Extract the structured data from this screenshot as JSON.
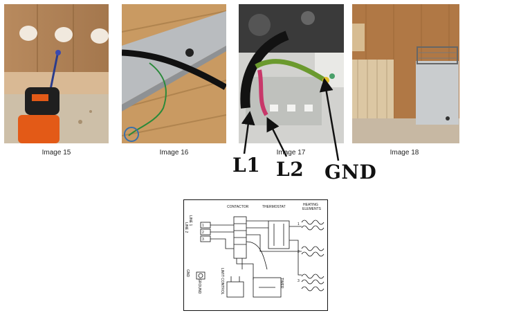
{
  "images": [
    {
      "caption": "Image 15",
      "subject": "drill-through-bench"
    },
    {
      "caption": "Image 16",
      "subject": "cable-through-plate"
    },
    {
      "caption": "Image 17",
      "subject": "heater-wiring-terminals"
    },
    {
      "caption": "Image 18",
      "subject": "installed-heater"
    }
  ],
  "callouts": {
    "l1": "L1",
    "l2": "L2",
    "gnd": "GND"
  },
  "schematic": {
    "contactor": "CONTACTOR",
    "thermostat": "THERMOSTAT",
    "heating_line1": "HEATING",
    "heating_line2": "ELEMENTS",
    "line1": "LINE 1",
    "line2": "LINE 2",
    "gnd": "GND",
    "ground": "GROUND",
    "limit_control": "LIMIT CONTROL",
    "timer": "TIMER",
    "terminal_numbers": [
      "1",
      "2",
      "3"
    ],
    "element_numbers": [
      "1",
      "2",
      "3"
    ]
  }
}
